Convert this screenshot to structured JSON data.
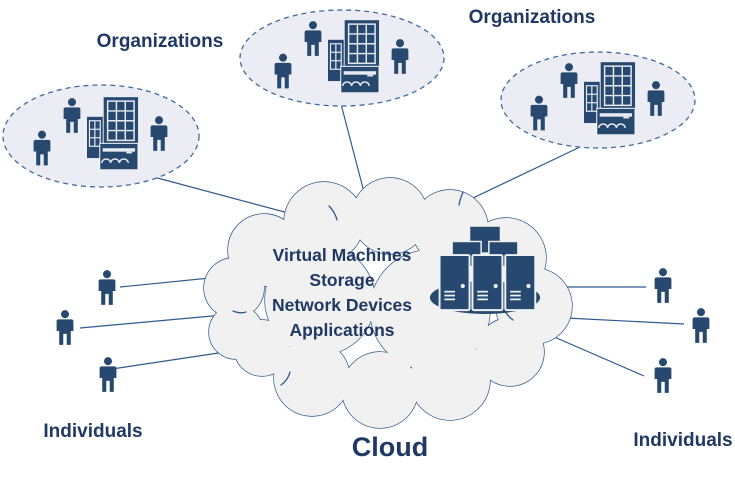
{
  "diagram": {
    "type": "cloud-computing-overview",
    "cloud": {
      "label": "Cloud",
      "services": [
        "Virtual Machines",
        "Storage",
        "Network Devices",
        "Applications"
      ],
      "icon": "server-stack-icon"
    },
    "organizations": {
      "labels": [
        "Organizations",
        "Organizations"
      ],
      "groups": [
        {
          "people": 3,
          "buildings": 1
        },
        {
          "people": 3,
          "buildings": 1
        },
        {
          "people": 3,
          "buildings": 1
        }
      ]
    },
    "individuals": {
      "labels": [
        "Individuals",
        "Individuals"
      ],
      "left_count": 3,
      "right_count": 3
    },
    "connectors": 9
  },
  "colors": {
    "icon_navy": "#27496F",
    "text_navy": "#1F3864",
    "cloud_fill": "#F1F1F1",
    "cloud_stroke": "#2E598C",
    "ellipse_fill": "#ECECF4",
    "ellipse_stroke": "#3E6CA0",
    "connector": "#2F5B8F",
    "background": "#FFFFFF"
  }
}
